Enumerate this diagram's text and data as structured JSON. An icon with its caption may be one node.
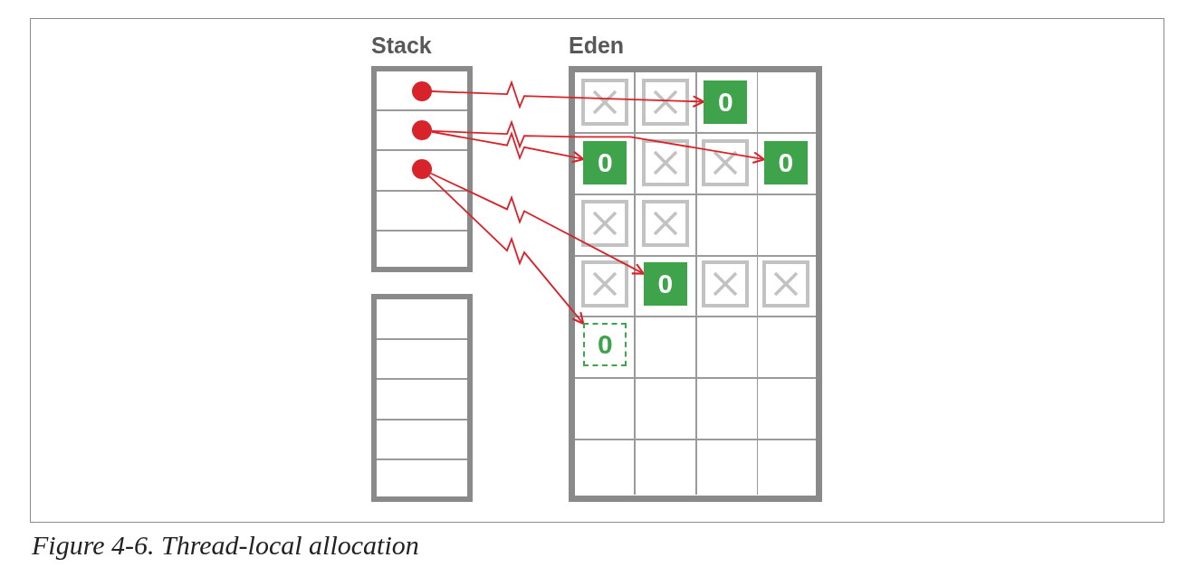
{
  "diagram": {
    "caption": "Figure 4-6. Thread-local allocation",
    "nodes": [
      {
        "text": [
          "Stack"
        ]
      },
      {
        "text": [],
        "shape": "circle",
        "in": 0
      },
      {
        "text": [],
        "shape": "circle",
        "in": 0
      },
      {
        "text": [],
        "shape": "circle",
        "in": 0
      },
      {
        "text": [],
        "shape": "box"
      },
      {
        "text": [
          "Eden"
        ]
      },
      {
        "text": [
          "0"
        ],
        "in": 5
      },
      {
        "text": [
          "0"
        ],
        "in": 5
      },
      {
        "text": [
          "0"
        ],
        "in": 5
      },
      {
        "text": [
          "0"
        ],
        "in": 5
      },
      {
        "text": [
          "0"
        ],
        "in": 5
      }
    ],
    "edges": [
      {
        "from": 1,
        "to": 6,
        "arrow": "to"
      },
      {
        "from": 2,
        "to": 8,
        "arrow": "to"
      },
      {
        "from": 2,
        "to": 7,
        "arrow": "to"
      },
      {
        "from": 3,
        "to": 9,
        "arrow": "to"
      },
      {
        "from": 3,
        "to": 10,
        "arrow": "to"
      }
    ]
  }
}
